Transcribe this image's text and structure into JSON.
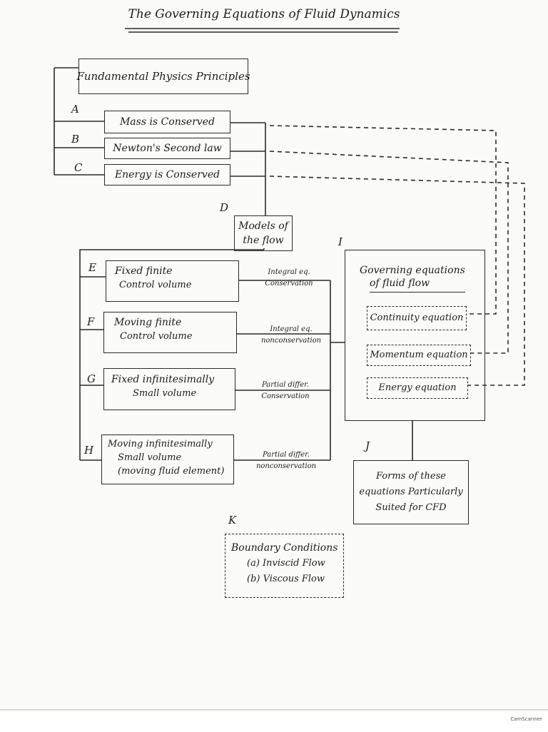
{
  "title": "The Governing Equations of Fluid Dynamics",
  "principles": {
    "header": "Fundamental Physics Principles",
    "items": [
      {
        "letter": "A",
        "label": "Mass is Conserved"
      },
      {
        "letter": "B",
        "label": "Newton's Second law"
      },
      {
        "letter": "C",
        "label": "Energy is Conserved"
      }
    ]
  },
  "models": {
    "letter": "D",
    "line1": "Models of",
    "line2": "the flow"
  },
  "control_volumes": [
    {
      "letter": "E",
      "line1": "Fixed finite",
      "line2": "Control volume",
      "eq1": "Integral eq.",
      "eq2": "Conservation"
    },
    {
      "letter": "F",
      "line1": "Moving finite",
      "line2": "Control volume",
      "eq1": "Integral eq.",
      "eq2": "nonconservation"
    },
    {
      "letter": "G",
      "line1": "Fixed infinitesimally",
      "line2": "Small volume",
      "eq1": "Partial differ.",
      "eq2": "Conservation"
    },
    {
      "letter": "H",
      "line1": "Moving infinitesimally",
      "line2": "Small volume",
      "line3": "(moving fluid element)",
      "eq1": "Partial differ.",
      "eq2": "nonconservation"
    }
  ],
  "governing": {
    "letter": "I",
    "line1": "Governing equations",
    "line2": "of fluid flow",
    "items": [
      "Continuity equation",
      "Momentum equation",
      "Energy equation"
    ]
  },
  "forms": {
    "letter": "J",
    "line1": "Forms of these",
    "line2": "equations Particularly",
    "line3": "Suited for CFD"
  },
  "boundary": {
    "letter": "K",
    "line1": "Boundary Conditions",
    "line2": "(a) Inviscid Flow",
    "line3": "(b) Viscous Flow"
  },
  "footer": {
    "watermark": "CamScanner"
  }
}
